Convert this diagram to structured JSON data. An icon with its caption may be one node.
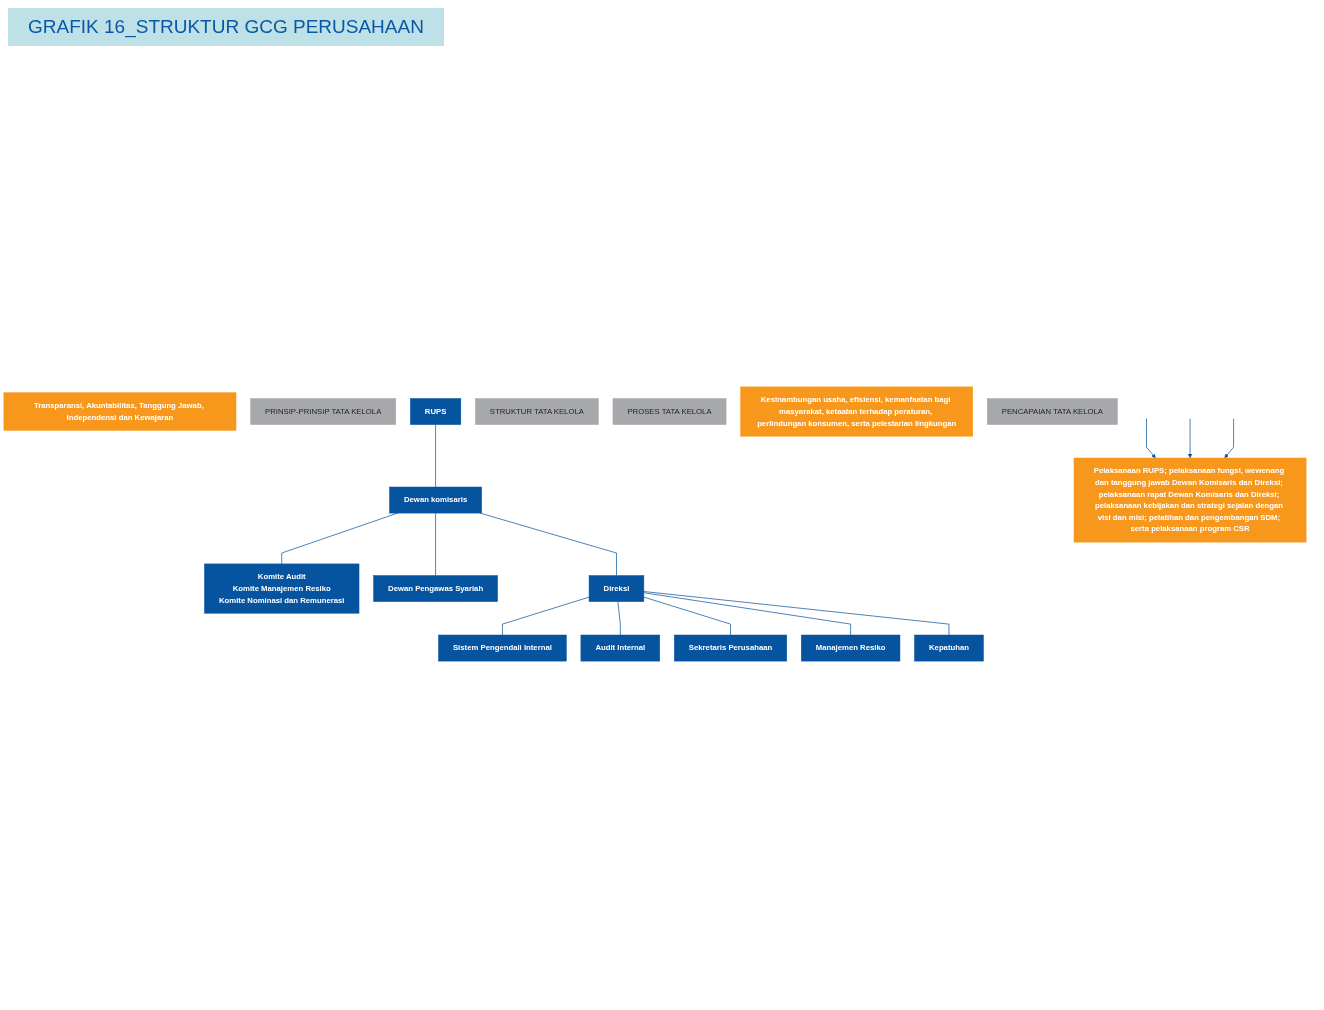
{
  "diagram": {
    "title": "GRAFIK 16_STRUKTUR GCG PERUSAHAAN",
    "nodes": [
      {
        "text": [
          "Transparansi, Akuntabilitas, Tanggung Jawab, Independensi dan Kewajaran"
        ]
      },
      {
        "text": [
          "PRINSIP-PRINSIP TATA KELOLA"
        ]
      },
      {
        "text": [
          "RUPS"
        ]
      },
      {
        "text": [
          "Dewan komisaris"
        ]
      },
      {
        "text": [
          "Komite Audit",
          "Komite Manajemen Resiko",
          "Komite Nominasi dan Remunerasi"
        ]
      },
      {
        "text": [
          "Dewan Pengawas Syariah"
        ]
      },
      {
        "text": [
          "Direksi"
        ]
      },
      {
        "text": [
          "Sistem Pengendali Internal"
        ]
      },
      {
        "text": [
          "Audit Internal"
        ]
      },
      {
        "text": [
          "Sekretaris Perusahaan"
        ]
      },
      {
        "text": [
          "Manajemen Resiko"
        ]
      },
      {
        "text": [
          "Kepatuhan"
        ]
      },
      {
        "text": [
          "STRUKTUR TATA KELOLA"
        ]
      },
      {
        "text": [
          "Pelaksanaan RUPS; pelaksanaan fungsi, wewenang dan tanggung jawab Dewan Komisaris dan Direksi; pelaksanaan rapat Dewan Komisaris dan Direksi; pelaksanaan kebijakan dan strategi sejalan dengan visi dan misi; pelatihan dan pengembangan SDM; serta pelaksanaan program CSR"
        ]
      },
      {
        "text": [
          "PROSES TATA KELOLA"
        ]
      },
      {
        "text": [
          "Kesinambungan usaha, efisiensi, kemanfaatan bagi masyarakat, ketaatan terhadap peraturan, perlindungan konsumen, serta pelestarian lingkungan"
        ]
      },
      {
        "text": [
          "PENCAPAIAN TATA KELOLA"
        ]
      }
    ],
    "edges": [
      {
        "from": 2,
        "to": 3,
        "arrow": "none"
      },
      {
        "from": 3,
        "to": 4,
        "arrow": "none"
      },
      {
        "from": 3,
        "to": 5,
        "arrow": "none"
      },
      {
        "from": 3,
        "to": 6,
        "arrow": "none"
      },
      {
        "from": 6,
        "to": 7,
        "arrow": "none"
      },
      {
        "from": 6,
        "to": 8,
        "arrow": "none"
      },
      {
        "from": 6,
        "to": 9,
        "arrow": "none"
      },
      {
        "from": 6,
        "to": 10,
        "arrow": "none"
      },
      {
        "from": 6,
        "to": 11,
        "arrow": "none"
      },
      {
        "from": null,
        "to": 13,
        "arrow": "to"
      },
      {
        "from": null,
        "to": 13,
        "arrow": "to"
      },
      {
        "from": null,
        "to": 13,
        "arrow": "to"
      }
    ]
  }
}
